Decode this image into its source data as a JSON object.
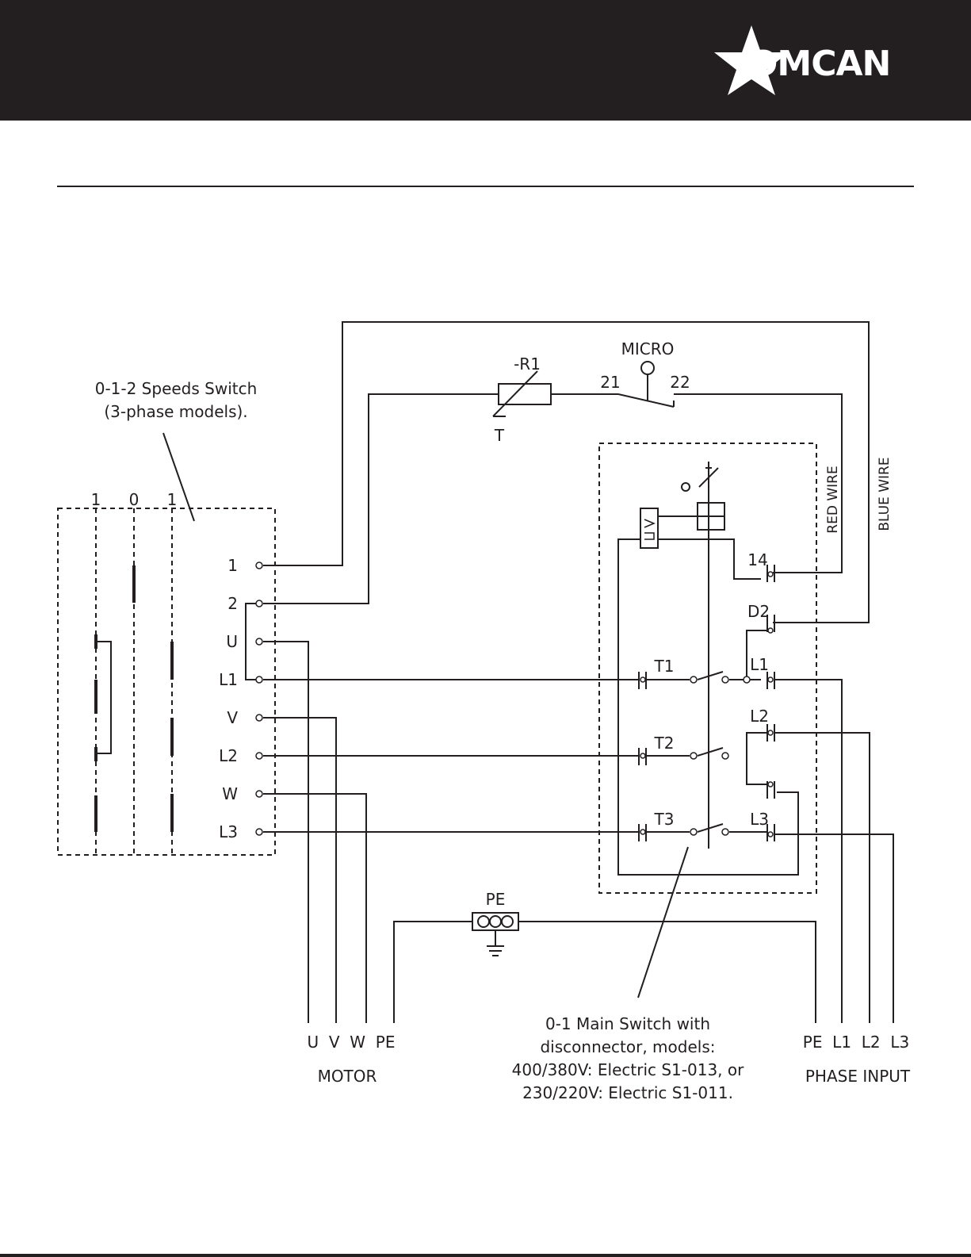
{
  "brand": {
    "logo_text": "OMCAN"
  },
  "labels": {
    "speeds_switch_line1": "0-1-2 Speeds Switch",
    "speeds_switch_line2": "(3-phase models).",
    "pos_1a": "1",
    "pos_0": "0",
    "pos_1b": "1",
    "term_1": "1",
    "term_2": "2",
    "term_U": "U",
    "term_L1": "L1",
    "term_V": "V",
    "term_L2": "L2",
    "term_W": "W",
    "term_L3": "L3",
    "r1": "-R1",
    "t": "T",
    "micro": "MICRO",
    "micro_21": "21",
    "micro_22": "22",
    "red_wire": "RED WIRE",
    "blue_wire": "BLUE WIRE",
    "c14": "14",
    "d2": "D2",
    "t1": "T1",
    "t2": "T2",
    "t3": "T3",
    "l1": "L1",
    "l2": "L2",
    "l3": "L3",
    "pe_top": "PE",
    "motor_terms": "U  V  W  PE",
    "motor": "MOTOR",
    "main_switch_line1": "0-1 Main Switch with",
    "main_switch_line2": "disconnector, models:",
    "main_switch_line3": "400/380V: Electric S1-013, or",
    "main_switch_line4": "230/220V: Electric S1-011.",
    "phase_terms": "PE  L1  L2  L3",
    "phase_input": "PHASE INPUT"
  }
}
